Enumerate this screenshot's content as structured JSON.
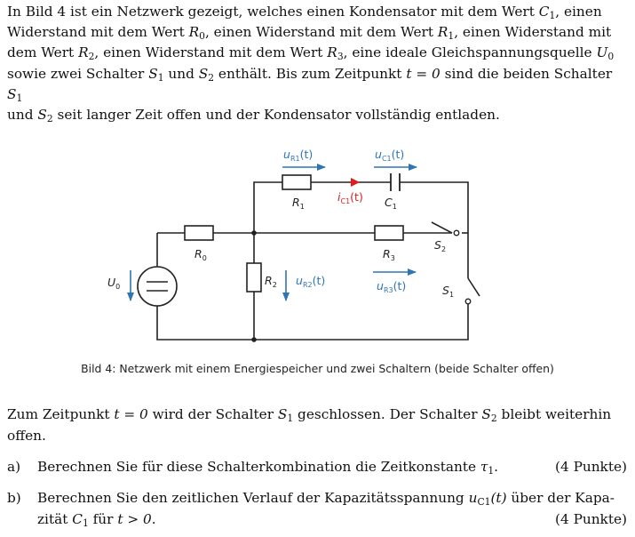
{
  "intro": {
    "p1": "In Bild 4 ist ein Netzwerk gezeigt, welches einen Kondensator mit dem Wert ",
    "p2": ", einen Widerstand mit dem Wert ",
    "p3": ", einen Widerstand mit dem Wert ",
    "p4": ", einen Widerstand mit dem Wert ",
    "p5": ", einen Widerstand mit dem Wert ",
    "p6": ", eine ideale Gleichspannungsquelle ",
    "p7": " sowie zwei Schalter ",
    "p8": " und ",
    "p9": " enthält. Bis zum Zeitpunkt ",
    "p10": " sind die beiden Schalter ",
    "p11": " und ",
    "p12": " seit langer Zeit offen und der Kondensator vollständig entladen.",
    "t_eq_0": "t = 0"
  },
  "symbols": {
    "C": "C",
    "R": "R",
    "U": "U",
    "S": "S",
    "u": "u",
    "i": "i",
    "tau": "τ",
    "sub_1": "1",
    "sub_0": "0",
    "sub_2": "2",
    "sub_3": "3",
    "sub_C1": "C1",
    "of_t": "(t)"
  },
  "circuit": {
    "u_R1": "u",
    "u_R1_sub": "R1",
    "u_R1_arg": "(t)",
    "u_C1": "u",
    "u_C1_sub": "C1",
    "u_C1_arg": "(t)",
    "i_C1": "i",
    "i_C1_sub": "C1",
    "i_C1_arg": "(t)",
    "u_R2": "u",
    "u_R2_sub": "R2",
    "u_R2_arg": "(t)",
    "u_R3": "u",
    "u_R3_sub": "R3",
    "u_R3_arg": "(t)",
    "R1": "R",
    "R1_sub": "1",
    "C1": "C",
    "C1_sub": "1",
    "R0": "R",
    "R0_sub": "0",
    "R2": "R",
    "R2_sub": "2",
    "R3": "R",
    "R3_sub": "3",
    "U0": "U",
    "U0_sub": "0",
    "S1": "S",
    "S1_sub": "1",
    "S2": "S",
    "S2_sub": "2",
    "colors": {
      "voltage_arrow": "#2e75b6",
      "current_arrow": "#e21b1b",
      "wire": "#222222"
    }
  },
  "caption": "Bild 4:  Netzwerk mit einem Energiespeicher und zwei Schaltern (beide Schalter offen)",
  "task": {
    "intro1": "Zum Zeitpunkt ",
    "intro2": " wird der Schalter ",
    "intro3": " geschlossen. Der Schalter ",
    "intro4": " bleibt weiterhin offen."
  },
  "a": {
    "label": "a)",
    "text": "Berechnen Sie für diese Schalterkombination die Zeitkonstante ",
    "end": ".",
    "points": "(4 Punkte)"
  },
  "b": {
    "label": "b)",
    "text1": "Berechnen Sie den zeitlichen Verlauf der Kapazitätsspannung ",
    "text2": " über der Kapa-",
    "text3": "zität ",
    "text4": " für ",
    "t_gt_0": "t > 0",
    "end": ".",
    "points": "(4 Punkte)"
  }
}
